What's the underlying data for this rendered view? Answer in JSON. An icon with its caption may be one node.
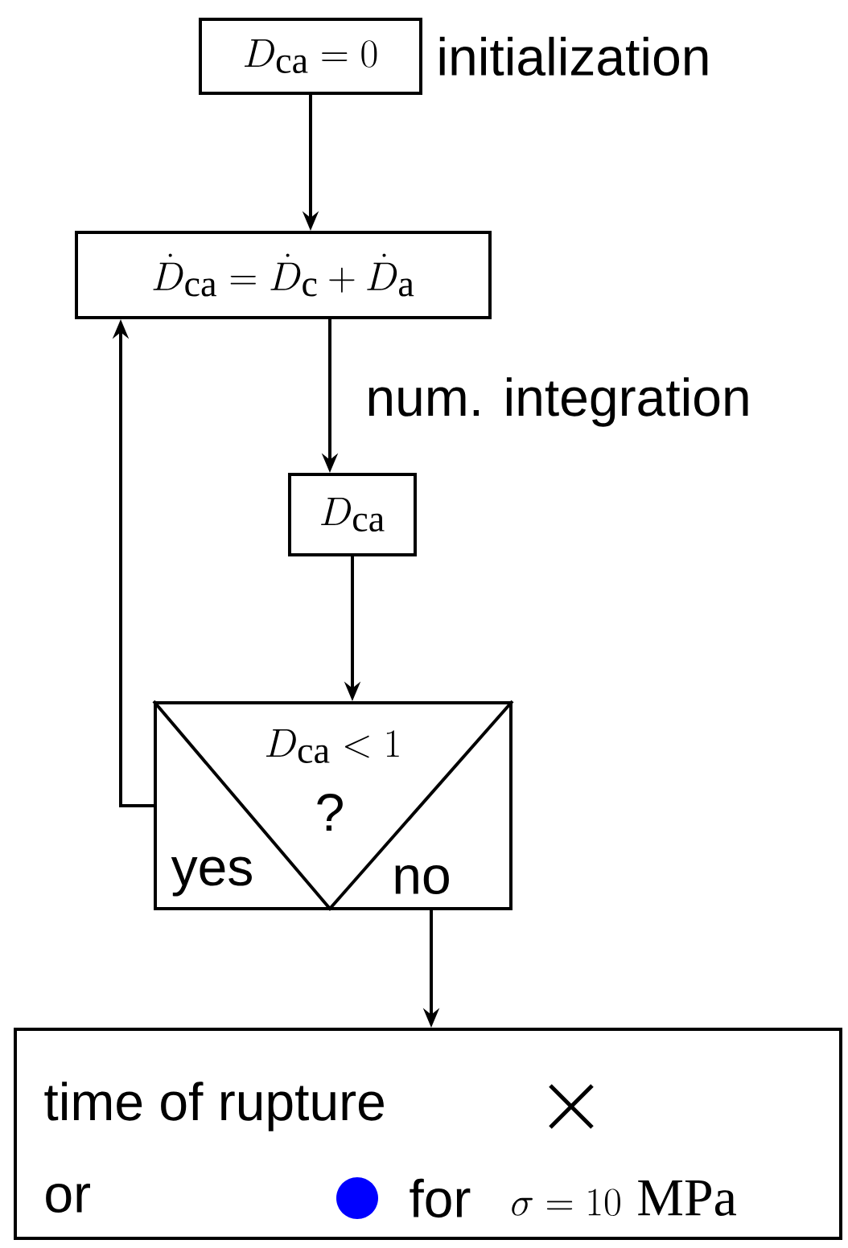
{
  "diagram": {
    "nodes": [
      {
        "text": [
          "D_{\\mathrm{ca}}=0"
        ],
        "beside": [
          "initialization"
        ]
      },
      {
        "text": [
          "\\dot{D}_{\\mathrm{ca}}=\\dot{D}_{\\mathrm{c}}+\\dot{D}_{\\mathrm{a}}"
        ]
      },
      {
        "text": [
          "D_{\\mathrm{ca}}"
        ]
      },
      {
        "text": [
          "D_{\\mathrm{ca}}<1",
          "?",
          "yes",
          "no"
        ]
      },
      {
        "text": [
          "time of rupture",
          "or",
          "for",
          "\\sigma=10\\ \\mathrm{MPa}"
        ]
      }
    ],
    "edges": [
      {
        "from": 0,
        "to": 1,
        "arrow": "to"
      },
      {
        "from": 1,
        "to": 2,
        "arrow": "to",
        "label": "num. integration"
      },
      {
        "from": 2,
        "to": 3,
        "arrow": "to"
      },
      {
        "from": 3,
        "to": 1,
        "arrow": "to"
      },
      {
        "from": 3,
        "to": 4,
        "arrow": "to"
      }
    ]
  }
}
